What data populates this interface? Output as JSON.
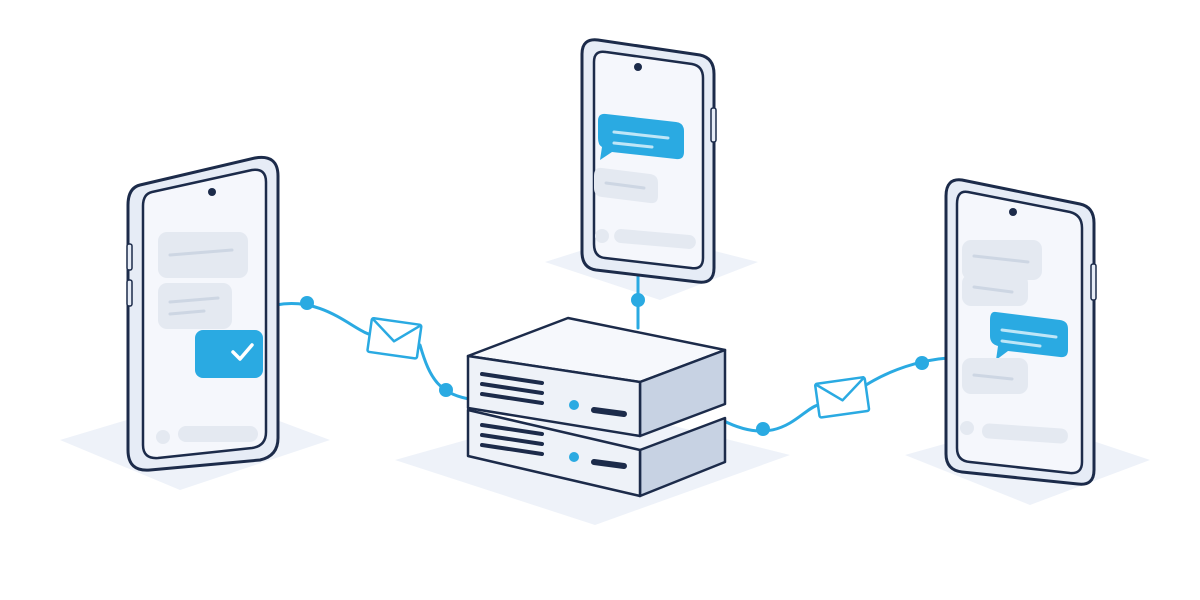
{
  "colors": {
    "background": "#ffffff",
    "outline": "#1c2b4a",
    "accent": "#2aaae2",
    "phone_body": "#e6ecf6",
    "screen": "#f5f7fc",
    "bubble_grey": "#e4e9f1",
    "bubble_line": "#cdd6e3",
    "shadow": "#eef2f9",
    "server_top": "#f6f8fc",
    "server_front": "#eef2f8",
    "server_side": "#c7d2e3"
  },
  "diagram": {
    "nodes": [
      {
        "id": "phone-left",
        "kind": "smartphone"
      },
      {
        "id": "phone-top",
        "kind": "smartphone"
      },
      {
        "id": "phone-right",
        "kind": "smartphone"
      },
      {
        "id": "server",
        "kind": "server-stack",
        "units": 2
      }
    ],
    "links": [
      {
        "from": "phone-left",
        "to": "server",
        "carries": "envelope-icon"
      },
      {
        "from": "phone-top",
        "to": "server",
        "carries": ""
      },
      {
        "from": "server",
        "to": "phone-right",
        "carries": "envelope-icon"
      }
    ],
    "icons": [
      "envelope-icon",
      "checkmark-icon",
      "camera-icon"
    ]
  }
}
